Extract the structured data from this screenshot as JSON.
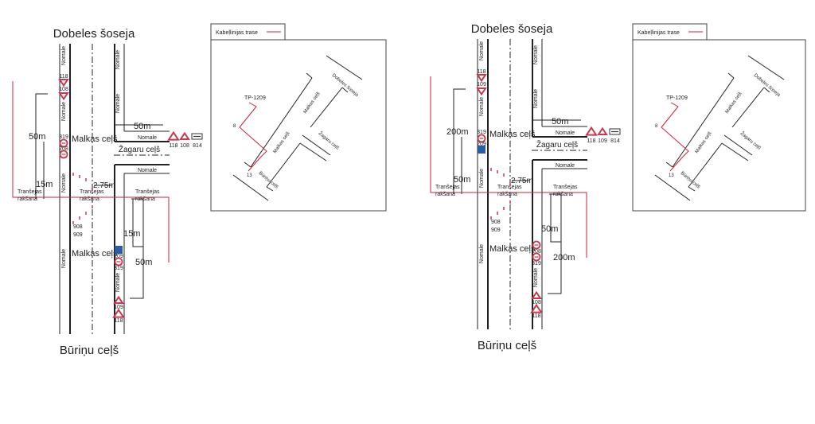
{
  "colors": {
    "road": "#222222",
    "cable": "#cc2233",
    "sign": "#c8384f",
    "info": "#2a5caa"
  },
  "schemes": [
    {
      "title_top": "Dobeles šoseja",
      "title_bottom": "Būriņu ceļš",
      "side_road_top": "Malkas ceļš",
      "side_road_bottom": "Malkas ceļš",
      "cross_road": "Žagaru ceļš",
      "nomale": "Nomale",
      "lane_width": "2.75m",
      "dist_right_top": "50m",
      "dist_left_long": "50m",
      "dist_left_short": "15m",
      "dist_right_short": "15m",
      "dist_right_long": "50m",
      "trench_line1": "Tranšejas",
      "trench_line2": "rakšana",
      "signs_left_top": [
        "118",
        "108"
      ],
      "signs_left_mid": [
        "319",
        "208"
      ],
      "signs_right_row": [
        "118",
        "108",
        "814"
      ],
      "signs_marks": [
        "908",
        "909"
      ],
      "signs_lower": [
        "209",
        "319",
        "109",
        "118"
      ]
    },
    {
      "title_top": "Dobeles šoseja",
      "title_bottom": "Būriņu ceļš",
      "side_road_top": "Malkas ceļš",
      "side_road_bottom": "Malkas ceļš",
      "cross_road": "Žagaru ceļš",
      "nomale": "Nomale",
      "lane_width": "2.75m",
      "dist_right_top": "50m",
      "dist_left_long": "200m",
      "dist_left_short": "50m",
      "dist_right_short": "50m",
      "dist_right_long": "200m",
      "trench_line1": "Tranšejas",
      "trench_line2": "rakšana",
      "signs_left_top": [
        "118",
        "109"
      ],
      "signs_left_mid": [
        "319",
        "209"
      ],
      "signs_right_row": [
        "118",
        "109",
        "814"
      ],
      "signs_marks": [
        "908",
        "909"
      ],
      "signs_lower": [
        "208",
        "319",
        "108",
        "118"
      ]
    }
  ],
  "minimap": {
    "legend": "Kabeļlinijas trase",
    "tp": "TP-1209",
    "point_a": "8",
    "point_b": "13",
    "road_dobeles": "Dobeles šoseja",
    "road_malkas": "Malkas ceļš",
    "road_zagaru": "Žagaru ceļš",
    "road_burinu": "Būriņu ceļš"
  }
}
